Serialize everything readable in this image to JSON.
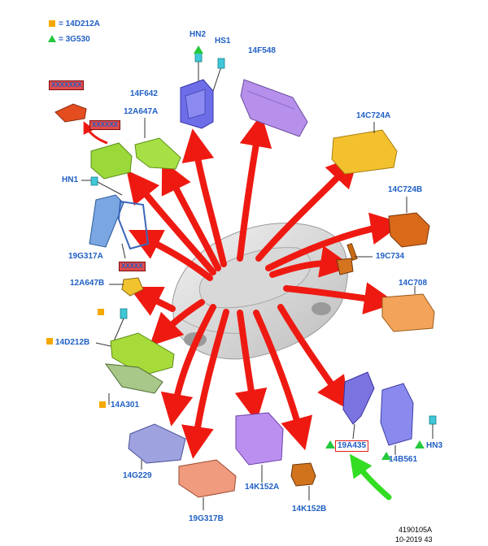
{
  "legend": {
    "square_code": "14D212A",
    "triangle_code": "3G530",
    "square_prefix": "= ",
    "triangle_prefix": "= "
  },
  "labels": {
    "hn2": "HN2",
    "hs1": "HS1",
    "f548": "14F548",
    "f642": "14F642",
    "a647a": "12A647A",
    "c724a": "14C724A",
    "c724b": "14C724B",
    "hn1": "HN1",
    "g317a": "19G317A",
    "c734": "19C734",
    "a647b": "12A647B",
    "c708": "14C708",
    "d212b": "14D212B",
    "a301": "14A301",
    "a435": "19A435",
    "hn3": "HN3",
    "b561": "14B561",
    "g229": "14G229",
    "k152a": "14K152A",
    "k152b": "14K152B",
    "g317b": "19G317B"
  },
  "redacted": {
    "r1": "XXXXXXX",
    "r2": "XXXXXX",
    "r3": "XXXXX"
  },
  "footer": {
    "code": "4190105A",
    "date": "10-2019 43"
  },
  "colors": {
    "arrow": "#ee1a12",
    "highlight_arrow": "#33dd22",
    "label": "#1f5fc4",
    "legend_square": "#f5a800",
    "legend_triangle": "#25c93b"
  }
}
